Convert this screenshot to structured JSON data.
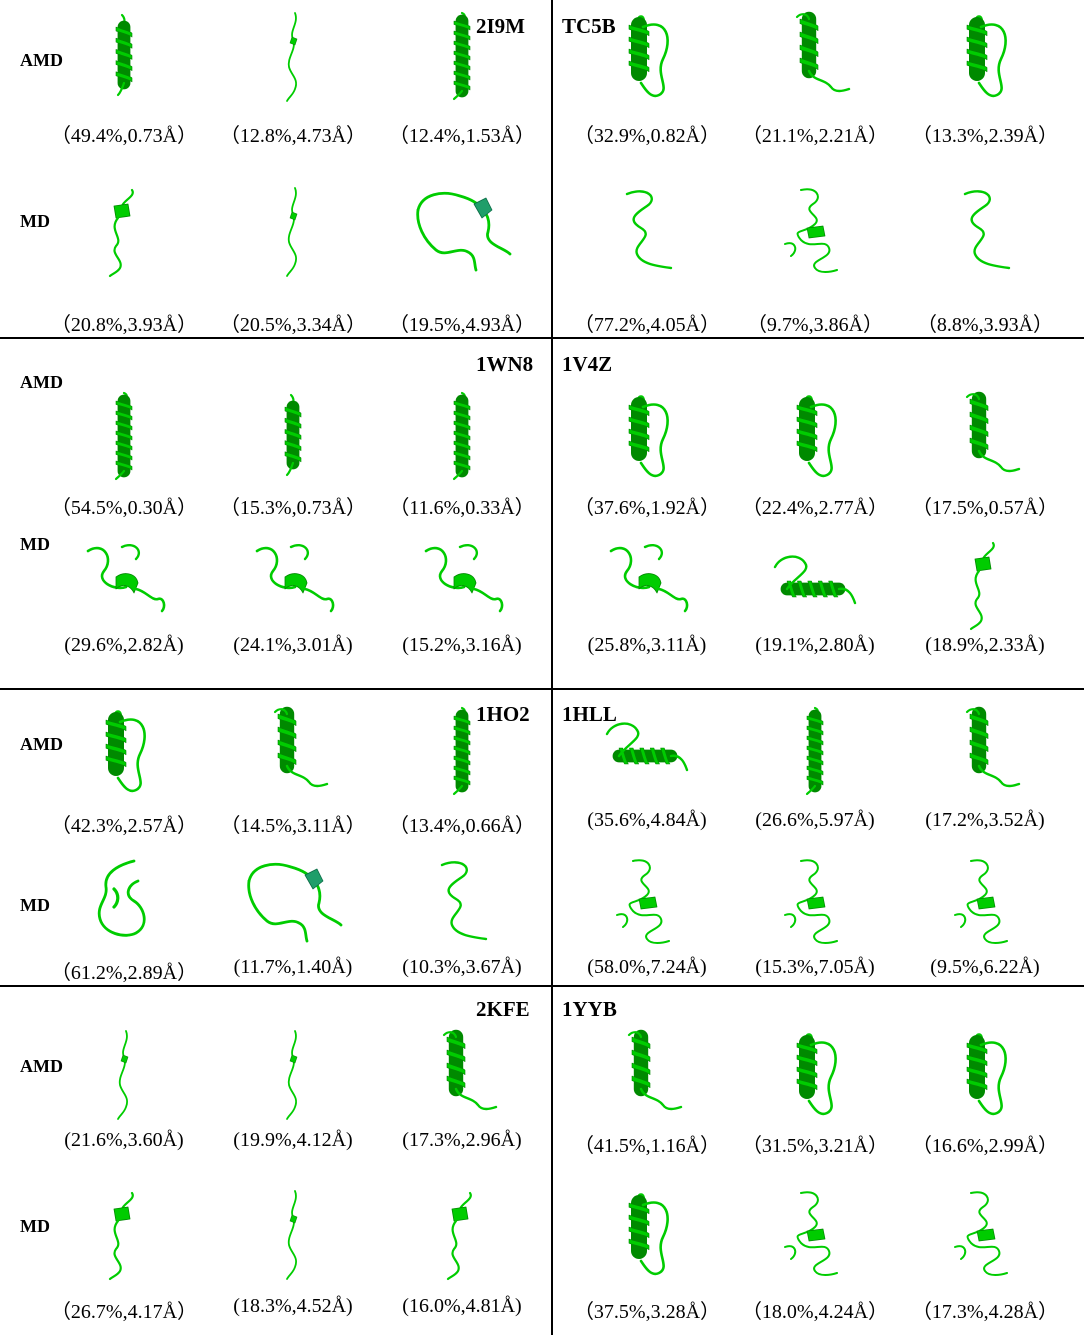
{
  "colors": {
    "ribbon": "#00cc00",
    "ribbon_dark": "#008a00",
    "coil_alt": "#1f9e6a"
  },
  "panels": [
    {
      "protein": "2I9M",
      "side": "left",
      "rows": [
        {
          "label": "AMD",
          "items": [
            {
              "caption": "（49.4%,0.73Å）",
              "shape": "helix"
            },
            {
              "caption": "（12.8%,4.73Å）",
              "shape": "coil-thin"
            },
            {
              "caption": "（12.4%,1.53Å）",
              "shape": "helix-long"
            }
          ]
        },
        {
          "label": "MD",
          "items": [
            {
              "caption": "（20.8%,3.93Å）",
              "shape": "coil-knot"
            },
            {
              "caption": "（20.5%,3.34Å）",
              "shape": "coil-thin"
            },
            {
              "caption": "（19.5%,4.93Å）",
              "shape": "loop-big"
            }
          ]
        }
      ]
    },
    {
      "protein": "TC5B",
      "side": "right",
      "rows": [
        {
          "label": "",
          "items": [
            {
              "caption": "（32.9%,0.82Å）",
              "shape": "helix-coil"
            },
            {
              "caption": "（21.1%,2.21Å）",
              "shape": "helix-tail"
            },
            {
              "caption": "（13.3%,2.39Å）",
              "shape": "helix-coil"
            }
          ]
        },
        {
          "label": "",
          "items": [
            {
              "caption": "（77.2%,4.05Å）",
              "shape": "coil"
            },
            {
              "caption": "（9.7%,3.86Å）",
              "shape": "coil-tangle"
            },
            {
              "caption": "（8.8%,3.93Å）",
              "shape": "coil"
            }
          ]
        }
      ]
    },
    {
      "protein": "1WN8",
      "side": "left",
      "rows": [
        {
          "label": "AMD",
          "items": [
            {
              "caption": "（54.5%,0.30Å）",
              "shape": "helix-long"
            },
            {
              "caption": "（15.3%,0.73Å）",
              "shape": "helix"
            },
            {
              "caption": "（11.6%,0.33Å）",
              "shape": "helix-long"
            }
          ]
        },
        {
          "label": "MD",
          "items": [
            {
              "caption": "(29.6%,2.82Å)",
              "shape": "coil-turn"
            },
            {
              "caption": "(24.1%,3.01Å)",
              "shape": "coil-turn"
            },
            {
              "caption": "(15.2%,3.16Å)",
              "shape": "coil-turn"
            }
          ]
        }
      ]
    },
    {
      "protein": "1V4Z",
      "side": "right",
      "rows": [
        {
          "label": "",
          "items": [
            {
              "caption": "（37.6%,1.92Å）",
              "shape": "helix-coil"
            },
            {
              "caption": "（22.4%,2.77Å）",
              "shape": "helix-coil"
            },
            {
              "caption": "（17.5%,0.57Å）",
              "shape": "helix-tail"
            }
          ]
        },
        {
          "label": "",
          "items": [
            {
              "caption": "(25.8%,3.11Å)",
              "shape": "coil-turn"
            },
            {
              "caption": "(19.1%,2.80Å)",
              "shape": "helix-flat"
            },
            {
              "caption": "(18.9%,2.33Å)",
              "shape": "coil-knot"
            }
          ]
        }
      ]
    },
    {
      "protein": "1HO2",
      "side": "left",
      "rows": [
        {
          "label": "AMD",
          "items": [
            {
              "caption": "（42.3%,2.57Å）",
              "shape": "helix-coil"
            },
            {
              "caption": "（14.5%,3.11Å）",
              "shape": "helix-tail"
            },
            {
              "caption": "（13.4%,0.66Å）",
              "shape": "helix-long"
            }
          ]
        },
        {
          "label": "MD",
          "items": [
            {
              "caption": "（61.2%,2.89Å）",
              "shape": "loop"
            },
            {
              "caption": "(11.7%,1.40Å)",
              "shape": "loop-big"
            },
            {
              "caption": "(10.3%,3.67Å)",
              "shape": "coil"
            }
          ]
        }
      ]
    },
    {
      "protein": "1HLL",
      "side": "right",
      "rows": [
        {
          "label": "",
          "items": [
            {
              "caption": "(35.6%,4.84Å)",
              "shape": "helix-flat"
            },
            {
              "caption": "(26.6%,5.97Å)",
              "shape": "helix-long"
            },
            {
              "caption": "(17.2%,3.52Å)",
              "shape": "helix-tail"
            }
          ]
        },
        {
          "label": "",
          "items": [
            {
              "caption": "(58.0%,7.24Å)",
              "shape": "coil-tangle"
            },
            {
              "caption": "(15.3%,7.05Å)",
              "shape": "coil-tangle"
            },
            {
              "caption": "(9.5%,6.22Å)",
              "shape": "coil-tangle"
            }
          ]
        }
      ]
    },
    {
      "protein": "2KFE",
      "side": "left",
      "rows": [
        {
          "label": "AMD",
          "items": [
            {
              "caption": "(21.6%,3.60Å)",
              "shape": "coil-thin"
            },
            {
              "caption": "(19.9%,4.12Å)",
              "shape": "coil-thin"
            },
            {
              "caption": "(17.3%,2.96Å)",
              "shape": "helix-tail"
            }
          ]
        },
        {
          "label": "MD",
          "items": [
            {
              "caption": "（26.7%,4.17Å）",
              "shape": "coil-knot"
            },
            {
              "caption": "(18.3%,4.52Å)",
              "shape": "coil-thin"
            },
            {
              "caption": "(16.0%,4.81Å)",
              "shape": "coil-knot"
            }
          ]
        }
      ]
    },
    {
      "protein": "1YYB",
      "side": "right",
      "rows": [
        {
          "label": "",
          "items": [
            {
              "caption": "（41.5%,1.16Å）",
              "shape": "helix-tail"
            },
            {
              "caption": "（31.5%,3.21Å）",
              "shape": "helix-coil"
            },
            {
              "caption": "（16.6%,2.99Å）",
              "shape": "helix-coil"
            }
          ]
        },
        {
          "label": "",
          "items": [
            {
              "caption": "（37.5%,3.28Å）",
              "shape": "helix-coil"
            },
            {
              "caption": "（18.0%,4.24Å）",
              "shape": "coil-tangle"
            },
            {
              "caption": "（17.3%,4.28Å）",
              "shape": "coil-tangle"
            }
          ]
        }
      ]
    }
  ]
}
